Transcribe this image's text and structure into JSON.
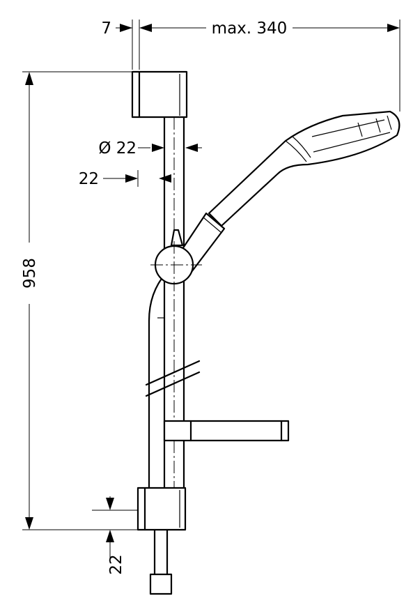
{
  "dimensions": {
    "wall_offset": "7",
    "max_reach": "max. 340",
    "diameter": "Ø 22",
    "rail_width": "22",
    "height": "958",
    "bottom_offset": "22"
  }
}
